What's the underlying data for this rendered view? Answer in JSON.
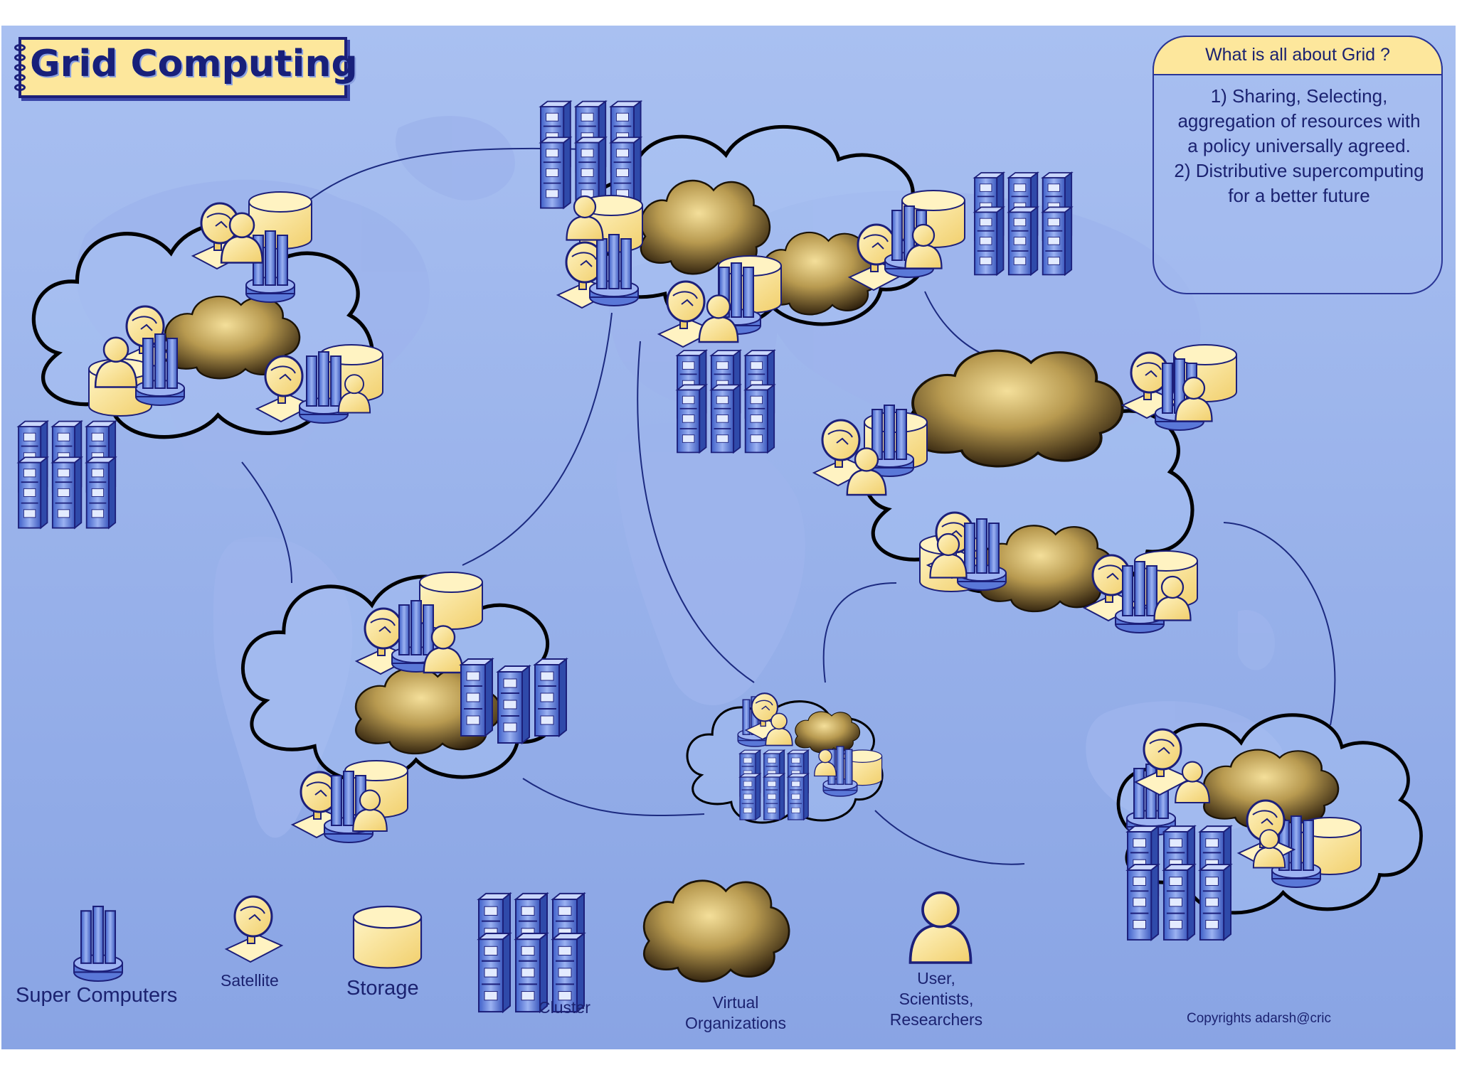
{
  "title": "Grid Computing",
  "info_box": {
    "heading": "What is all about Grid ?",
    "point_1": "1) Sharing, Selecting,",
    "point_1_cont_a": "aggregation of resources with",
    "point_1_cont_b": "a policy universally agreed.",
    "point_2": "2) Distributive supercomputing",
    "point_2_cont": "for a better future"
  },
  "legend": {
    "super_computers": "Super Computers",
    "satellite": "Satellite",
    "storage": "Storage",
    "cluster": "Cluster",
    "virtual_organizations_line1": "Virtual",
    "virtual_organizations_line2": "Organizations",
    "user_line1": "User,",
    "user_line2": "Scientists,",
    "user_line3": "Researchers"
  },
  "copyright": "Copyrights adarsh@cric",
  "colors": {
    "background_top": "#a8bff0",
    "background_bottom": "#7f9be0",
    "continent": "#8fa8e6",
    "accent_yellow": "#fde79c",
    "outline_navy": "#1c1f7a",
    "server_blue": "#5677d6",
    "dark_cloud": "#3b2a0e"
  },
  "icons": [
    "super-computer-icon",
    "satellite-icon",
    "storage-icon",
    "cluster-icon",
    "virtual-organization-icon",
    "user-icon"
  ]
}
